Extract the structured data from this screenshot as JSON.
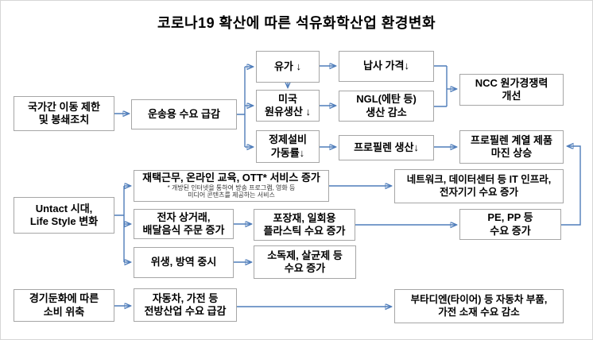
{
  "title": "코로나19 확산에 따른 석유화학산업 환경변화",
  "colors": {
    "arrow": "#4f7dba",
    "box_border": "#a6a6a6",
    "text": "#000000"
  },
  "diagram": {
    "nodes": {
      "border_closure": {
        "text": "국가간 이동 제한\n및 봉쇄조치"
      },
      "transport_demand": {
        "text": "운송용 수요 급감"
      },
      "oil_price": {
        "text": "유가 ↓"
      },
      "naphtha_price": {
        "text": "납사 가격↓"
      },
      "us_crude": {
        "text": "미국\n원유생산 ↓"
      },
      "ngl": {
        "text": "NGL(에탄 등)\n생산 감소"
      },
      "ncc": {
        "text": "NCC 원가경쟁력\n개선"
      },
      "refinery": {
        "text": "정제설비\n가동률↓"
      },
      "propylene_prod": {
        "text": "프로필렌 생산↓"
      },
      "propylene_margin": {
        "text": "프로필렌 계열 제품\n마진 상승"
      },
      "untact": {
        "text": "Untact 시대,\nLife Style 변화"
      },
      "remote_work": {
        "text": "재택근무, 온라인 교육, OTT* 서비스 증가",
        "footnote": "* 개방된 인터넷을 통하여 방송 프로그램, 영화 등\n미디어 콘텐츠를 제공하는 서비스"
      },
      "ecommerce": {
        "text": "전자 상거래,\n배달음식 주문 증가"
      },
      "packaging": {
        "text": "포장재, 일회용\n플라스틱 수요 증가"
      },
      "hygiene": {
        "text": "위생, 방역 중시"
      },
      "disinfectant": {
        "text": "소독제, 살균제 등\n수요 증가"
      },
      "it_infra": {
        "text": "네트워크, 데이터센터 등 IT 인프라,\n전자기기 수요 증가"
      },
      "pe_pp": {
        "text": "PE, PP 등\n수요 증가"
      },
      "recession": {
        "text": "경기둔화에 따른\n소비 위축"
      },
      "auto": {
        "text": "자동차, 가전 등\n전방산업 수요 급감"
      },
      "butadiene": {
        "text": "부타디엔(타이어) 등 자동차 부품,\n가전 소재 수요 감소"
      }
    }
  }
}
